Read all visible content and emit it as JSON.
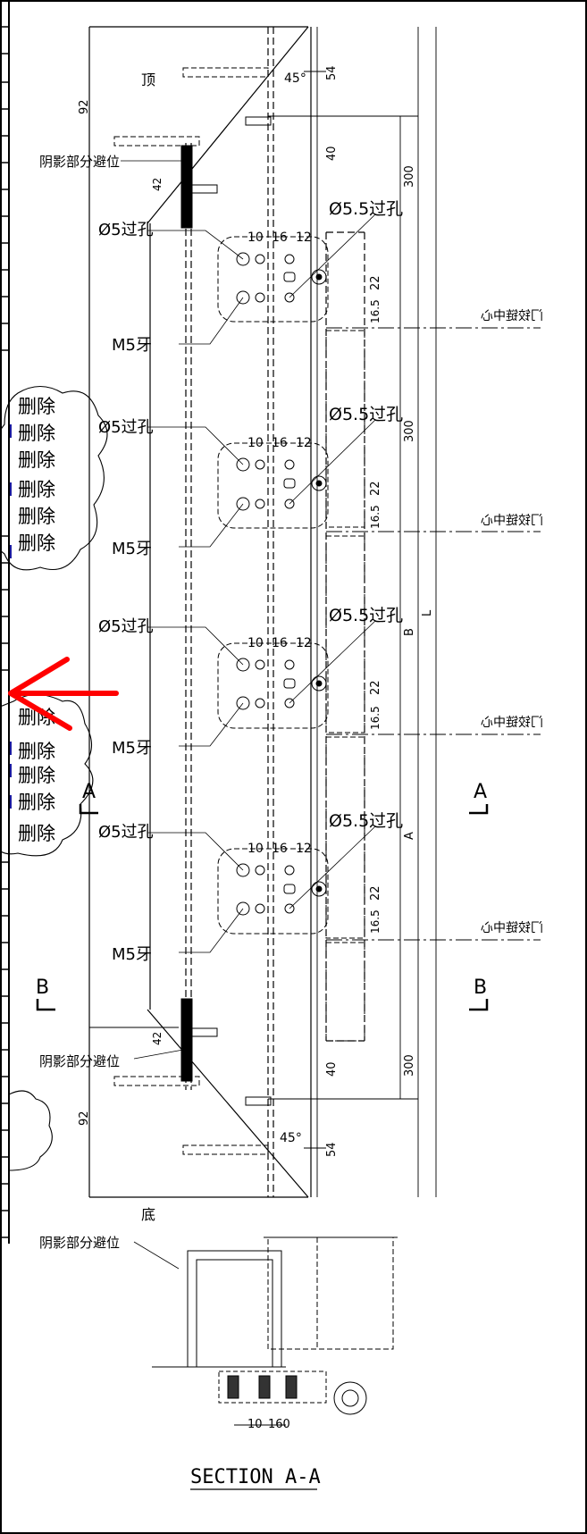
{
  "labels": {
    "top": "顶",
    "bottom": "底",
    "shadow_clearance": "阴影部分避位",
    "hole_5": "Ø5过孔",
    "hole_55": "Ø5.5过孔",
    "thread_m5": "M5牙",
    "hinge_center_mirrored": "门铰链中心",
    "delete": "删除",
    "section_a": "A",
    "section_b": "B",
    "section_title": "SECTION A-A",
    "dim_A": "A",
    "dim_B": "B",
    "dim_L": "L"
  },
  "dims": {
    "d54": "54",
    "d40": "40",
    "d300": "300",
    "d92": "92",
    "d42": "42",
    "d10": "10",
    "d16": "16",
    "d12": "12",
    "d22": "22",
    "d165": "16.5",
    "d45": "45°",
    "d160": "160"
  },
  "colors": {
    "line": "#000000",
    "arrow": "#ff0000",
    "delete_ink": "#1a1aa0"
  }
}
